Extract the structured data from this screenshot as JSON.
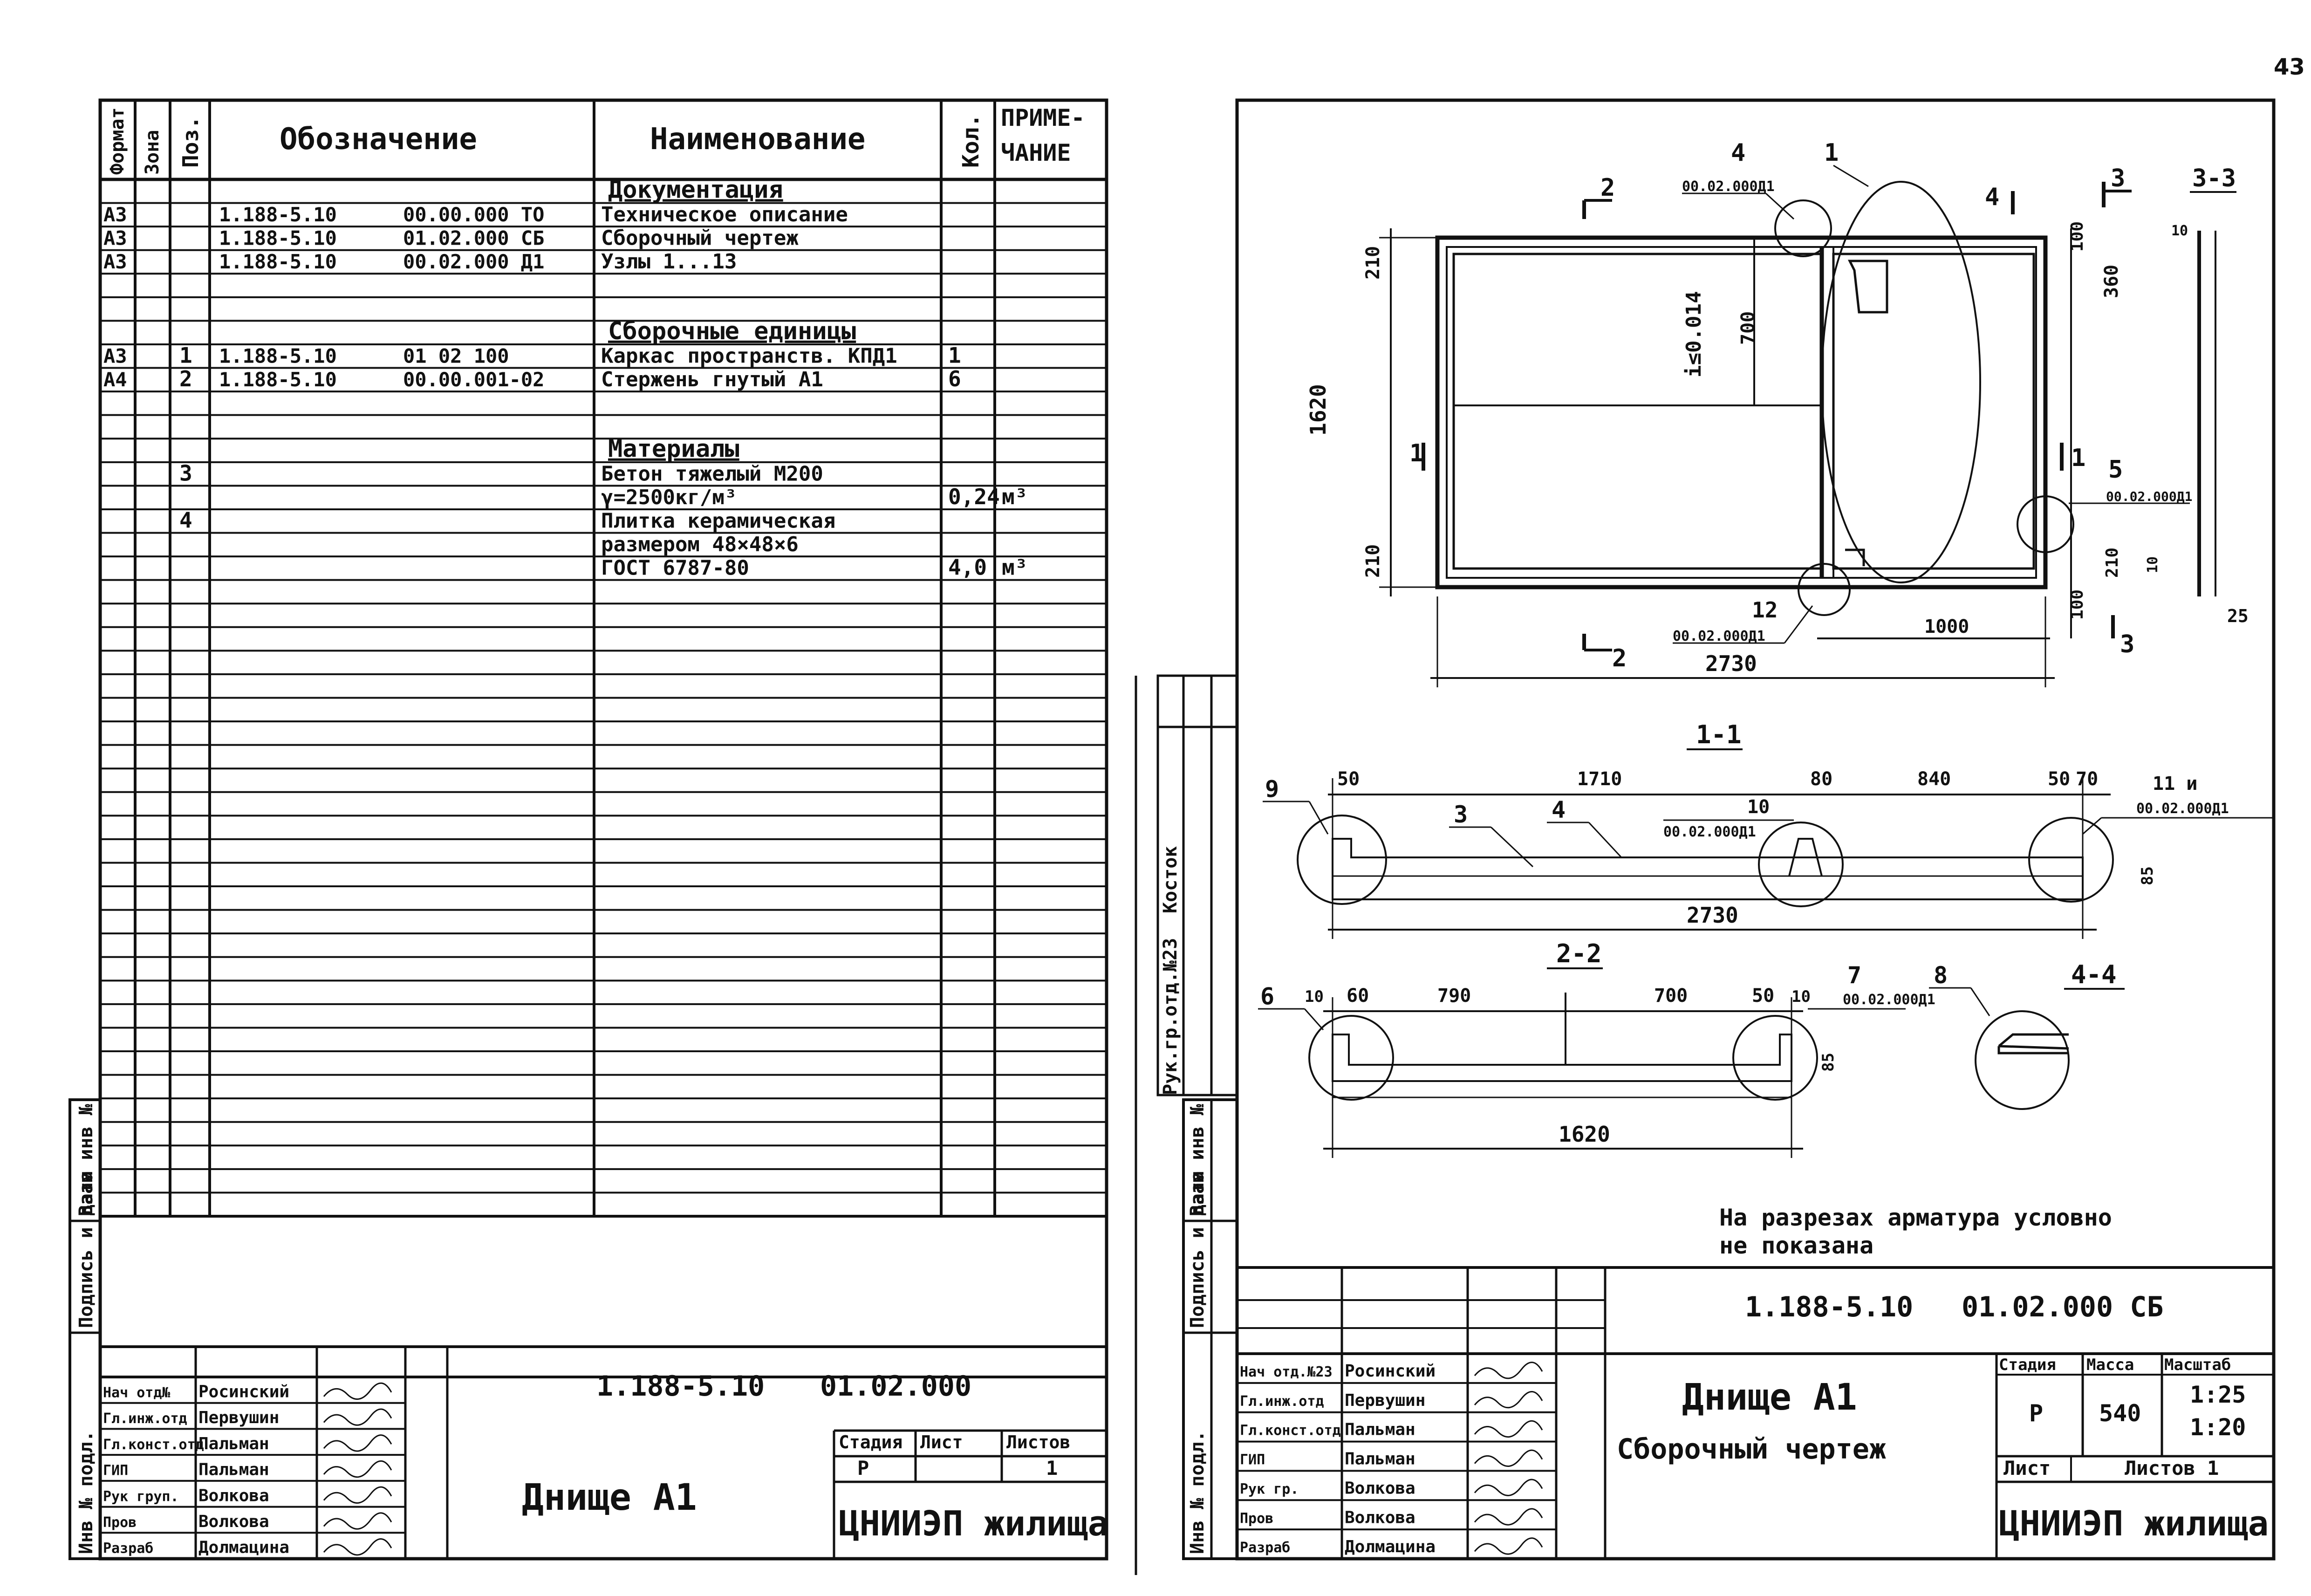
{
  "page_number": "43",
  "spec": {
    "headers": {
      "format": "Формат",
      "zone": "Зона",
      "pos": "Поз.",
      "designation": "Обозначение",
      "name": "Наименование",
      "qty": "Кол.",
      "note": "Приме-чание"
    },
    "rows": [
      {
        "name": "Документация"
      },
      {
        "format": "А3",
        "code": "1.188-5.10",
        "designation": "00.00.000 ТО",
        "name": "Техническое описание"
      },
      {
        "format": "А3",
        "code": "1.188-5.10",
        "designation": "01.02.000 СБ",
        "name": "Сборочный чертеж"
      },
      {
        "format": "А3",
        "code": "1.188-5.10",
        "designation": "00.02.000 Д1",
        "name": "Узлы 1...13"
      },
      {
        "name": "Сборочные единицы"
      },
      {
        "format": "А3",
        "pos": "1",
        "code": "1.188-5.10",
        "designation": "01 02 100",
        "name": "Каркас пространств. КПД1",
        "qty": "1"
      },
      {
        "format": "А4",
        "pos": "2",
        "code": "1.188-5.10",
        "designation": "00.00.001-02",
        "name": "Стержень гнутый А1",
        "qty": "6"
      },
      {
        "name": "Материалы"
      },
      {
        "pos": "3",
        "name": "Бетон тяжелый М200"
      },
      {
        "name": "γ=2500кг/м³",
        "qty": "0,24",
        "note": "м³"
      },
      {
        "pos": "4",
        "name": "Плитка керамическая"
      },
      {
        "name": "размером 48×48×6"
      },
      {
        "name": "ГОСТ 6787-80",
        "qty": "4,0",
        "note": "м³"
      }
    ]
  },
  "left_stamp": {
    "document_code": "1.188-5.10",
    "document_number": "01.02.000",
    "title": "Днище А1",
    "stage_label": "Стадия",
    "sheet_label": "Лист",
    "sheets_label": "Листов",
    "stage": "Р",
    "sheets": "1",
    "organization": "ЦНИИЭП жилища",
    "staff": [
      {
        "role": "Нач отд№",
        "name": "Росинский"
      },
      {
        "role": "Гл.инж.отд",
        "name": "Первушин"
      },
      {
        "role": "Гл.конст.отд",
        "name": "Пальман"
      },
      {
        "role": "ГИП",
        "name": "Пальман"
      },
      {
        "role": "Рук груп.",
        "name": "Волкова"
      },
      {
        "role": "Пров",
        "name": "Волкова"
      },
      {
        "role": "Разраб",
        "name": "Долмацина"
      }
    ]
  },
  "side_labels": {
    "inv_podl": "Инв № подл.",
    "podpis_data": "Подпись и дата",
    "vzam_inv": "Взам инв №",
    "ruk_otd": "Рук.гр.отд.№23",
    "kostok": "Косток"
  },
  "drawing": {
    "plan": {
      "section_marks": [
        "2",
        "2",
        "3",
        "3",
        "4",
        "1",
        "1"
      ],
      "section_title_33": "3-3",
      "callouts": [
        {
          "num": "4",
          "ref": "00.02.000Д1"
        },
        {
          "num": "1",
          "ref": ""
        },
        {
          "num": "5",
          "ref": "00.02.000Д1"
        },
        {
          "num": "12",
          "ref": "00.02.000Д1"
        }
      ],
      "dims": {
        "height": "1620",
        "top_offset": "210",
        "bottom_offset": "210",
        "inner_700": "700",
        "slope": "i≤0.014",
        "width": "2730",
        "span_1000": "1000",
        "d100a": "100",
        "d360": "360",
        "d100b": "100",
        "d210r": "210",
        "d10a": "10",
        "d10b": "10",
        "d25": "25"
      }
    },
    "section_11": {
      "title": "1-1",
      "dims": [
        "50",
        "1710",
        "80",
        "840",
        "50",
        "70",
        "85"
      ],
      "total": "2730",
      "callouts": [
        {
          "num": "9"
        },
        {
          "num": "3"
        },
        {
          "num": "4"
        },
        {
          "num": "10",
          "ref": "00.02.000Д1"
        },
        {
          "num": "11 и",
          "ref": "00.02.000Д1"
        }
      ]
    },
    "section_22": {
      "title": "2-2",
      "dims": [
        "10",
        "60",
        "790",
        "700",
        "50",
        "10",
        "85"
      ],
      "total": "1620",
      "callouts": [
        {
          "num": "6"
        },
        {
          "num": "7",
          "ref": "00.02.000Д1"
        },
        {
          "num": "8"
        }
      ]
    },
    "section_44": {
      "title": "4-4"
    },
    "note": [
      "На разрезах арматура условно",
      "не показана"
    ]
  },
  "right_stamp": {
    "document_code": "1.188-5.10",
    "document_number": "01.02.000 СБ",
    "title": "Днище А1",
    "subtitle": "Сборочный чертеж",
    "stage_label": "Стадия",
    "mass_label": "Масса",
    "scale_label": "Масштаб",
    "stage": "Р",
    "mass": "540",
    "scale_1": "1:25",
    "scale_2": "1:20",
    "sheet_label": "Лист",
    "sheets_label": "Листов 1",
    "organization": "ЦНИИЭП жилища",
    "staff": [
      {
        "role": "Нач отд.№23",
        "name": "Росинский"
      },
      {
        "role": "Гл.инж.отд",
        "name": "Первушин"
      },
      {
        "role": "Гл.конст.отд",
        "name": "Пальман"
      },
      {
        "role": "ГИП",
        "name": "Пальман"
      },
      {
        "role": "Рук гр.",
        "name": "Волкова"
      },
      {
        "role": "Пров",
        "name": "Волкова"
      },
      {
        "role": "Разраб",
        "name": "Долмацина"
      }
    ]
  }
}
